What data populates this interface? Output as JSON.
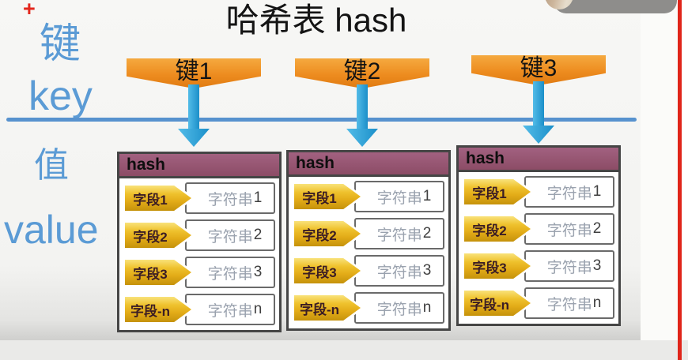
{
  "title": "哈希表 hash",
  "annotations": {
    "plus": "+"
  },
  "labels": {
    "key_cn": "键",
    "key_en": "key",
    "value_cn": "值",
    "value_en": "value"
  },
  "keys": [
    {
      "label": "键1"
    },
    {
      "label": "键2"
    },
    {
      "label": "键3"
    }
  ],
  "tables": [
    {
      "header": "hash",
      "rows": [
        {
          "field": "字段1",
          "value": "字符串",
          "suffix": "1"
        },
        {
          "field": "字段2",
          "value": "字符串",
          "suffix": "2"
        },
        {
          "field": "字段3",
          "value": "字符串",
          "suffix": "3"
        },
        {
          "field": "字段-n",
          "value": "字符串",
          "suffix": "n"
        }
      ]
    },
    {
      "header": "hash",
      "rows": [
        {
          "field": "字段1",
          "value": "字符串",
          "suffix": "1"
        },
        {
          "field": "字段2",
          "value": "字符串",
          "suffix": "2"
        },
        {
          "field": "字段3",
          "value": "字符串",
          "suffix": "3"
        },
        {
          "field": "字段-n",
          "value": "字符串",
          "suffix": "n"
        }
      ]
    },
    {
      "header": "hash",
      "rows": [
        {
          "field": "字段1",
          "value": "字符串",
          "suffix": "1"
        },
        {
          "field": "字段2",
          "value": "字符串",
          "suffix": "2"
        },
        {
          "field": "字段3",
          "value": "字符串",
          "suffix": "3"
        },
        {
          "field": "字段-n",
          "value": "字符串",
          "suffix": "n"
        }
      ]
    }
  ],
  "colors": {
    "label_blue": "#5b9bd5",
    "divider_blue": "#5792ce",
    "arrow_blue_light": "#53bce8",
    "arrow_blue_dark": "#1b8fc9",
    "banner_orange": "#ed8c1f",
    "tag_gold": "#e3ac18",
    "tag_text": "#3b1d24",
    "header_mauve": "#95536f",
    "value_text_gray": "#9aa2ae",
    "red_line": "#e0251a",
    "plus_red": "#e3271d"
  }
}
